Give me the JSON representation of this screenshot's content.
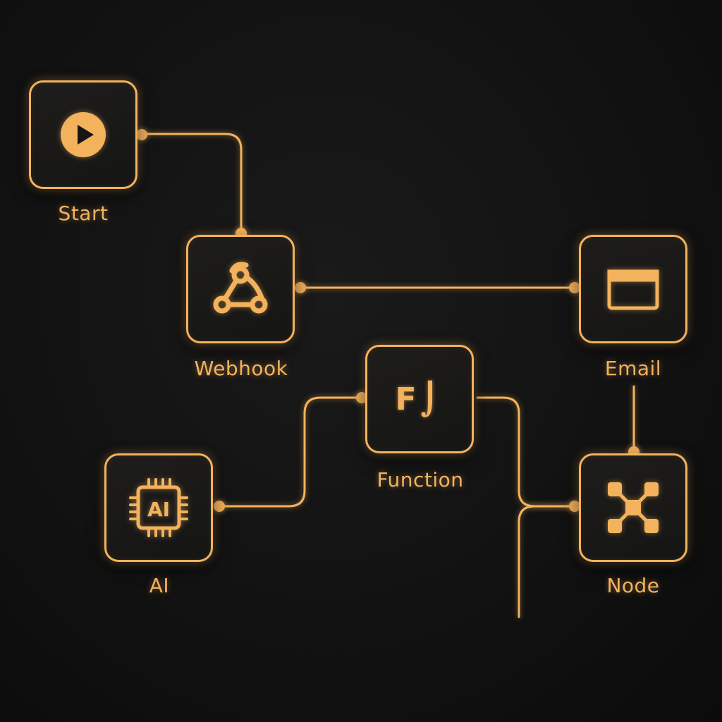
{
  "theme": {
    "accent": "#f3b25c",
    "background": "#121212"
  },
  "nodes": {
    "start": {
      "label": "Start",
      "icon": "play-icon"
    },
    "webhook": {
      "label": "Webhook",
      "icon": "webhook-icon"
    },
    "email": {
      "label": "Email",
      "icon": "email-window-icon"
    },
    "function": {
      "label": "Function",
      "icon": "function-icon",
      "glyph": "F⌡"
    },
    "ai": {
      "label": "AI",
      "icon": "ai-chip-icon",
      "chip_text": "AI"
    },
    "node": {
      "label": "Node",
      "icon": "network-nodes-icon"
    }
  },
  "connections": [
    {
      "from": "start",
      "to": "webhook"
    },
    {
      "from": "webhook",
      "to": "email"
    },
    {
      "from": "ai",
      "to": "function"
    },
    {
      "from": "function",
      "to": "node"
    },
    {
      "from": "email",
      "to": "node"
    }
  ]
}
